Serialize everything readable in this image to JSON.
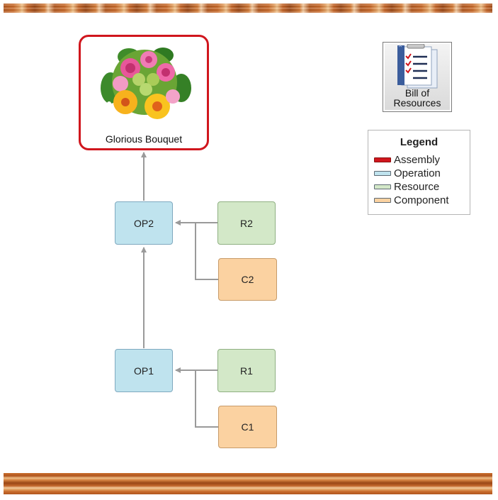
{
  "assembly": {
    "label": "Glorious Bouquet",
    "image": "flower-bouquet",
    "border_color": "#d0161d"
  },
  "nodes": {
    "op2": "OP2",
    "r2": "R2",
    "c2": "C2",
    "op1": "OP1",
    "r1": "R1",
    "c1": "C1"
  },
  "bill_of_resources": {
    "line1": "Bill of",
    "line2": "Resources",
    "icon": "checklist-document-icon"
  },
  "legend": {
    "title": "Legend",
    "items": [
      {
        "label": "Assembly",
        "color": "#d0161d"
      },
      {
        "label": "Operation",
        "color": "#bfe3ee"
      },
      {
        "label": "Resource",
        "color": "#d3e8c8"
      },
      {
        "label": "Component",
        "color": "#fbd2a1"
      }
    ]
  },
  "colors": {
    "connector": "#9a9a9a",
    "wood": "#c2652a"
  }
}
